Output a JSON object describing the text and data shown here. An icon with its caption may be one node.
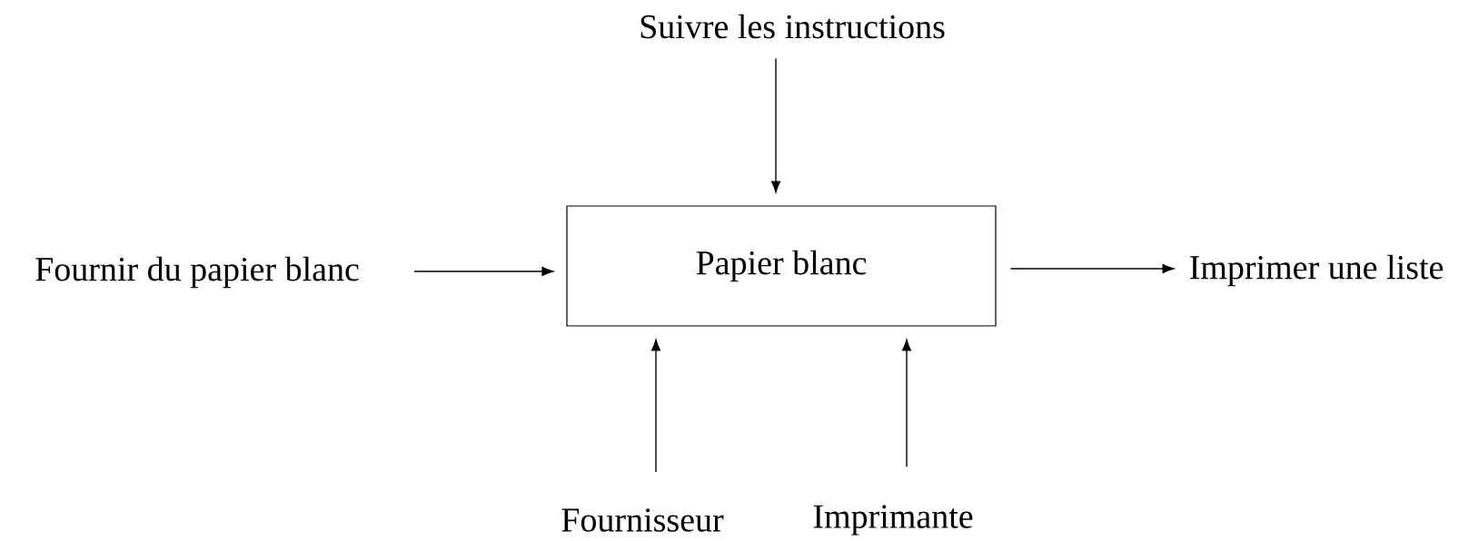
{
  "diagram": {
    "nodes": [
      {
        "text": [
          "Suivre les instructions"
        ]
      },
      {
        "text": [
          "Fournir du papier blanc"
        ]
      },
      {
        "text": [
          "Papier blanc"
        ]
      },
      {
        "text": [
          "Imprimer une liste"
        ]
      },
      {
        "text": [
          "Fournisseur"
        ]
      },
      {
        "text": [
          "Imprimante"
        ]
      }
    ],
    "edges": [
      {
        "from": 0,
        "to": 2,
        "arrow": "to"
      },
      {
        "from": 1,
        "to": 2,
        "arrow": "to"
      },
      {
        "from": 2,
        "to": 3,
        "arrow": "to"
      },
      {
        "from": 4,
        "to": 2,
        "arrow": "to"
      },
      {
        "from": 5,
        "to": 2,
        "arrow": "to"
      }
    ]
  }
}
